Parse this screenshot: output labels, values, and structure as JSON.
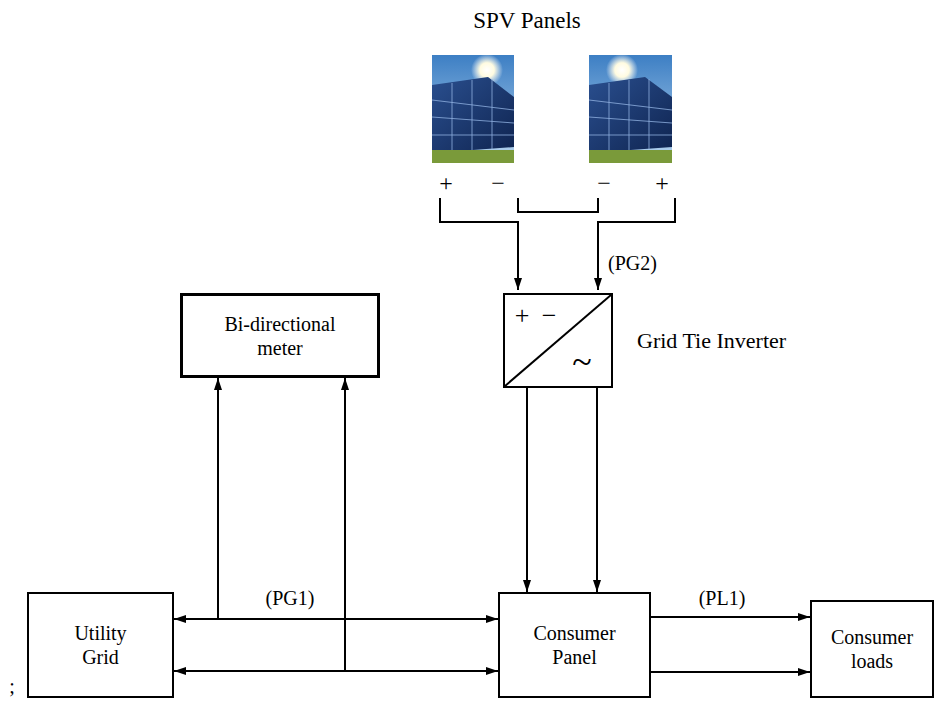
{
  "diagram": {
    "nodes": [
      {
        "text": [
          "Bi-directional meter"
        ]
      },
      {
        "text": [
          "Grid Tie Inverter"
        ]
      },
      {
        "text": [
          "Utility Grid"
        ]
      },
      {
        "text": [
          "Consumer Panel"
        ]
      },
      {
        "text": [
          "Consumer loads"
        ]
      }
    ],
    "edges": [
      {
        "from": 2,
        "to": 3,
        "arrow": "both",
        "label": "(PG1)"
      },
      {
        "from": 2,
        "to": 3,
        "arrow": "both"
      },
      {
        "from": 2,
        "to": 0,
        "arrow": "to"
      },
      {
        "from": 2,
        "to": 0,
        "arrow": "to"
      },
      {
        "from": 1,
        "to": 3,
        "arrow": "to"
      },
      {
        "from": 1,
        "to": 3,
        "arrow": "to"
      },
      {
        "from": 3,
        "to": 4,
        "arrow": "to",
        "label": "(PL1)"
      },
      {
        "from": 3,
        "to": 4,
        "arrow": "to"
      }
    ],
    "labels": [
      "SPV Panels",
      "+",
      "−",
      "−",
      "+",
      "(PG2)",
      "+",
      "−",
      "~",
      ";"
    ]
  }
}
